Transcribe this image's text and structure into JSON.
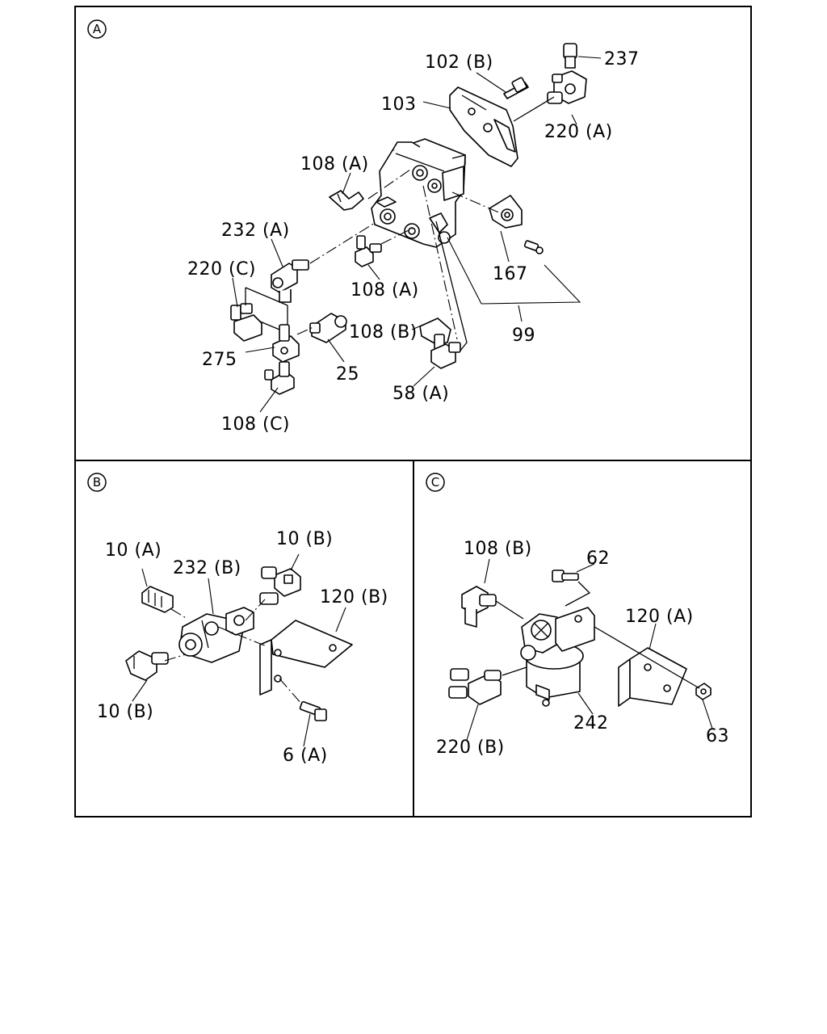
{
  "panels": {
    "A": {
      "badge": "A",
      "labels": {
        "p237": "237",
        "p102b": "102 (B)",
        "p103": "103",
        "p220a": "220 (A)",
        "p108a_top": "108 (A)",
        "p232a": "232 (A)",
        "p220c": "220 (C)",
        "p108a_mid": "108 (A)",
        "p167": "167",
        "p275": "275",
        "p25": "25",
        "p108b": "108 (B)",
        "p99": "99",
        "p58a": "58 (A)",
        "p108c": "108 (C)"
      }
    },
    "B": {
      "badge": "B",
      "labels": {
        "p10a": "10 (A)",
        "p232b": "232 (B)",
        "p10b_top": "10 (B)",
        "p120b": "120 (B)",
        "p10b_bot": "10 (B)",
        "p6a": "6 (A)"
      }
    },
    "C": {
      "badge": "C",
      "labels": {
        "p108b": "108 (B)",
        "p62": "62",
        "p120a": "120 (A)",
        "p242": "242",
        "p220b": "220 (B)",
        "p63": "63"
      }
    }
  }
}
